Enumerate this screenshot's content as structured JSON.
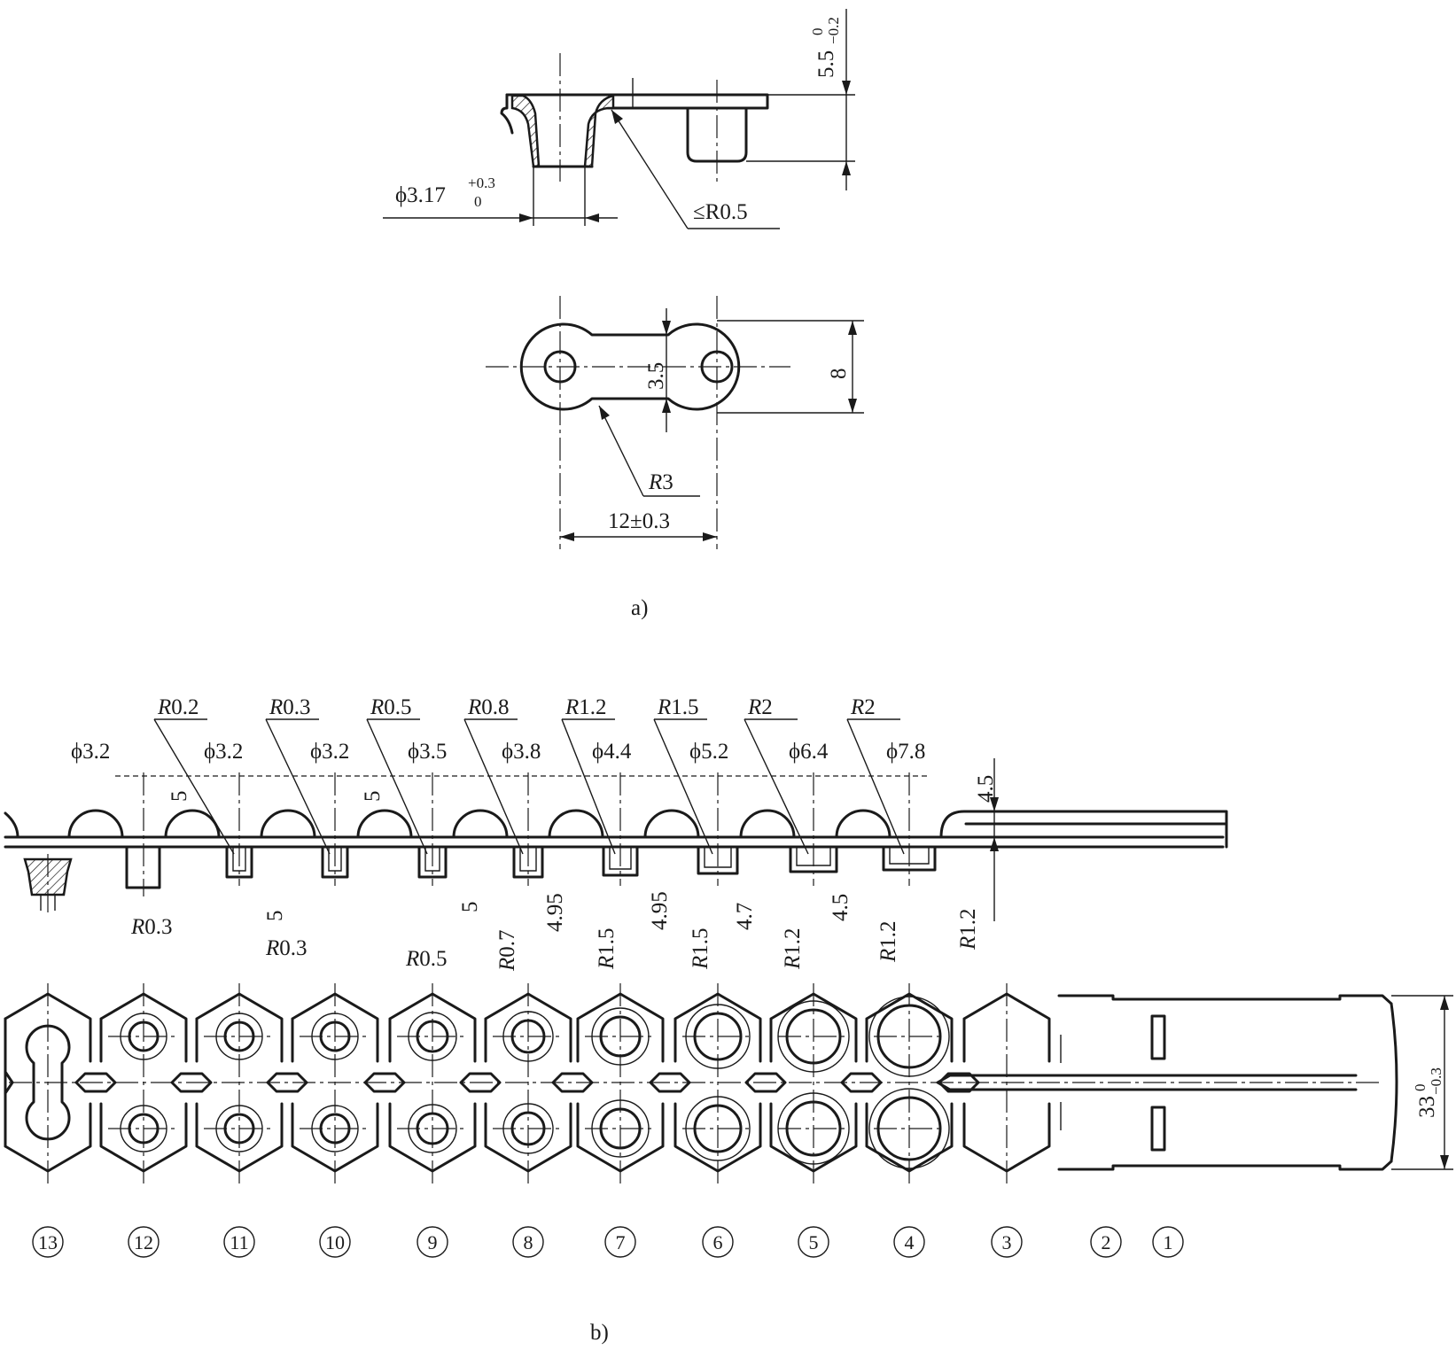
{
  "part_a": {
    "caption": "a)",
    "dims": {
      "height_top": "5.5",
      "height_tol_upper": "0",
      "height_tol_lower": "−0.2",
      "hole_dia": "3.17",
      "hole_tol_upper": "+0.3",
      "hole_tol_lower": "0",
      "fillet": "≤R0.5",
      "neck_width": "3.5",
      "overall_width": "8",
      "corner_radius": "R3",
      "pitch": "12±0.3"
    }
  },
  "part_b": {
    "caption": "b)",
    "top_radii": [
      "R0.2",
      "R0.3",
      "R0.5",
      "R0.8",
      "R1.2",
      "R1.5",
      "R2",
      "R2"
    ],
    "diameters": [
      "ϕ3.2",
      "ϕ3.2",
      "ϕ3.2",
      "ϕ3.5",
      "ϕ3.8",
      "ϕ4.4",
      "ϕ5.2",
      "ϕ6.4",
      "ϕ7.8"
    ],
    "depth_top": "5",
    "depth_top2": "5",
    "stock_height": "4.5",
    "bottom_radii": [
      "R0.3",
      "R0.3",
      "R0.5",
      "R0.7",
      "R1.5",
      "R1.5",
      "R1.2",
      "R1.2",
      "R1.2"
    ],
    "depths_bottom": [
      "5",
      "5",
      "4.95",
      "4.95",
      "4.7",
      "4.5"
    ],
    "strip_width": "33",
    "strip_tol_upper": "0",
    "strip_tol_lower": "−0.3",
    "stations": [
      "13",
      "12",
      "11",
      "10",
      "9",
      "8",
      "7",
      "6",
      "5",
      "4",
      "3",
      "2",
      "1"
    ]
  }
}
